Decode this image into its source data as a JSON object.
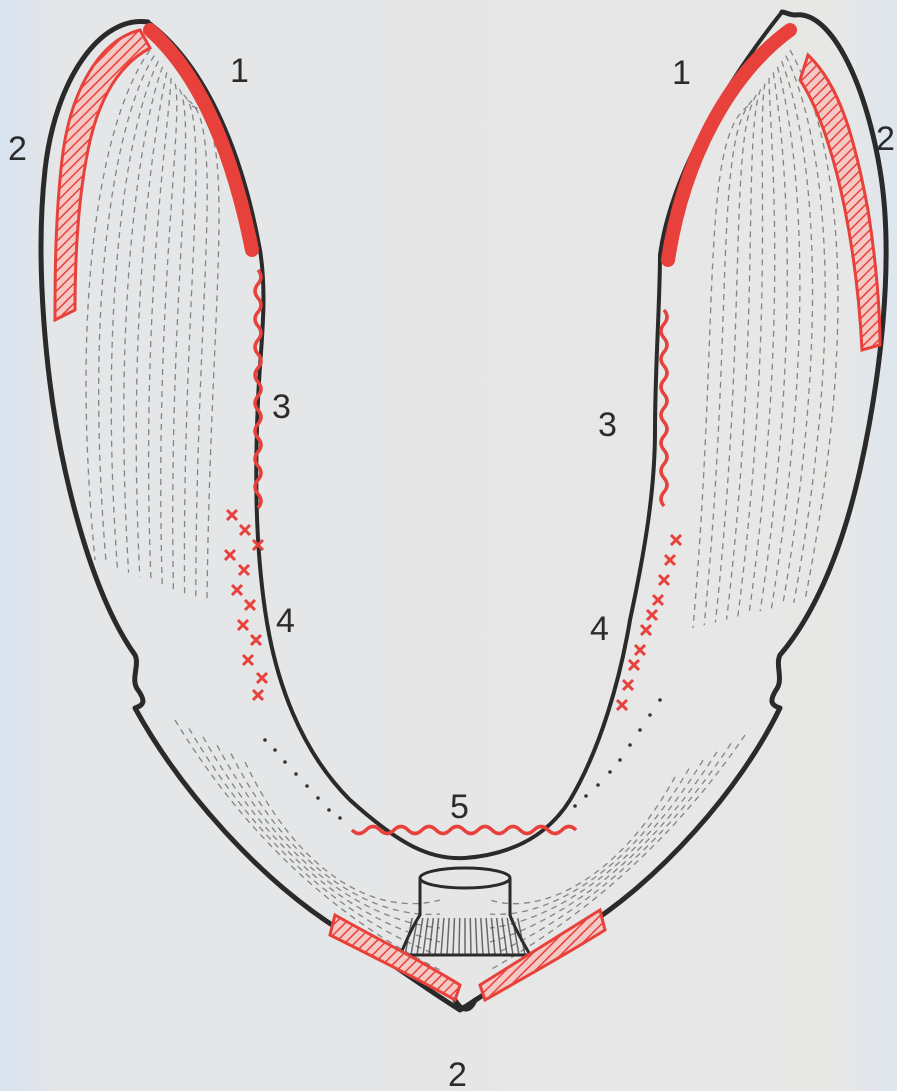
{
  "diagram": {
    "labels": {
      "left_1": "1",
      "left_2": "2",
      "left_3": "3",
      "left_4": "4",
      "right_1": "1",
      "right_2": "2",
      "right_3": "3",
      "right_4": "4",
      "center_5": "5",
      "bottom_2": "2"
    },
    "colors": {
      "outline": "#2a2a2a",
      "highlight": "#e8403a",
      "background": "#e7e7e6"
    },
    "mark_styles": {
      "zone_1": "solid-red-line",
      "zone_2": "red-hatched-band",
      "zone_3": "red-wavy-line",
      "zone_4": "red-crosses",
      "zone_5": "red-wavy-line"
    }
  }
}
